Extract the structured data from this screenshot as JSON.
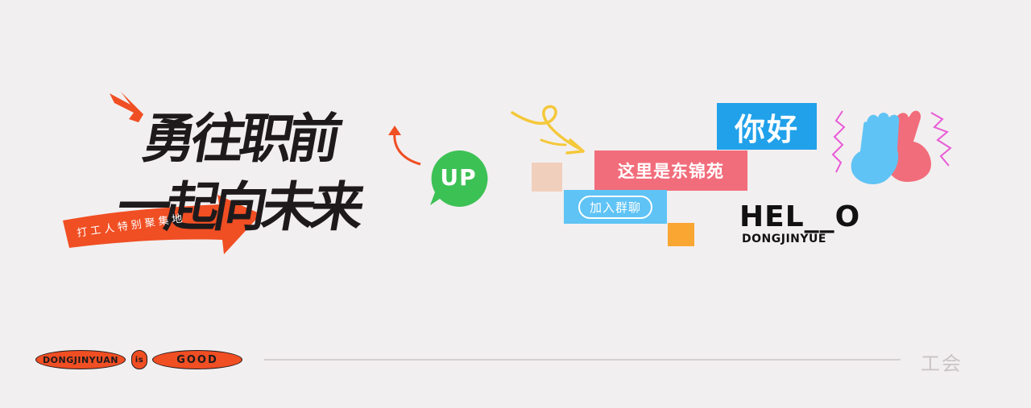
{
  "left_block": {
    "title_line_1": "勇往职前",
    "title_line_2": "一起向未来",
    "ribbon_label": "打工人特别聚集地",
    "badge_label": "UP"
  },
  "right_block": {
    "greeting": "你好",
    "headline": "这里是东锦苑",
    "join_button_label": "加入群聊",
    "hello_wordmark": "HEL__O",
    "hello_subtitle": "DONGJINYUE"
  },
  "footer": {
    "pill_left": "DONGJINYUAN",
    "pill_mid": "is",
    "pill_right": "GOOD",
    "label": "工会"
  },
  "colors": {
    "background": "#f2eff0",
    "accent_orange": "#f04e23",
    "accent_green": "#3cc155",
    "accent_blue": "#21a1ea",
    "accent_pink": "#f26d7b",
    "accent_lightblue": "#5fc3f5",
    "text_dark": "#1e1a1c"
  }
}
